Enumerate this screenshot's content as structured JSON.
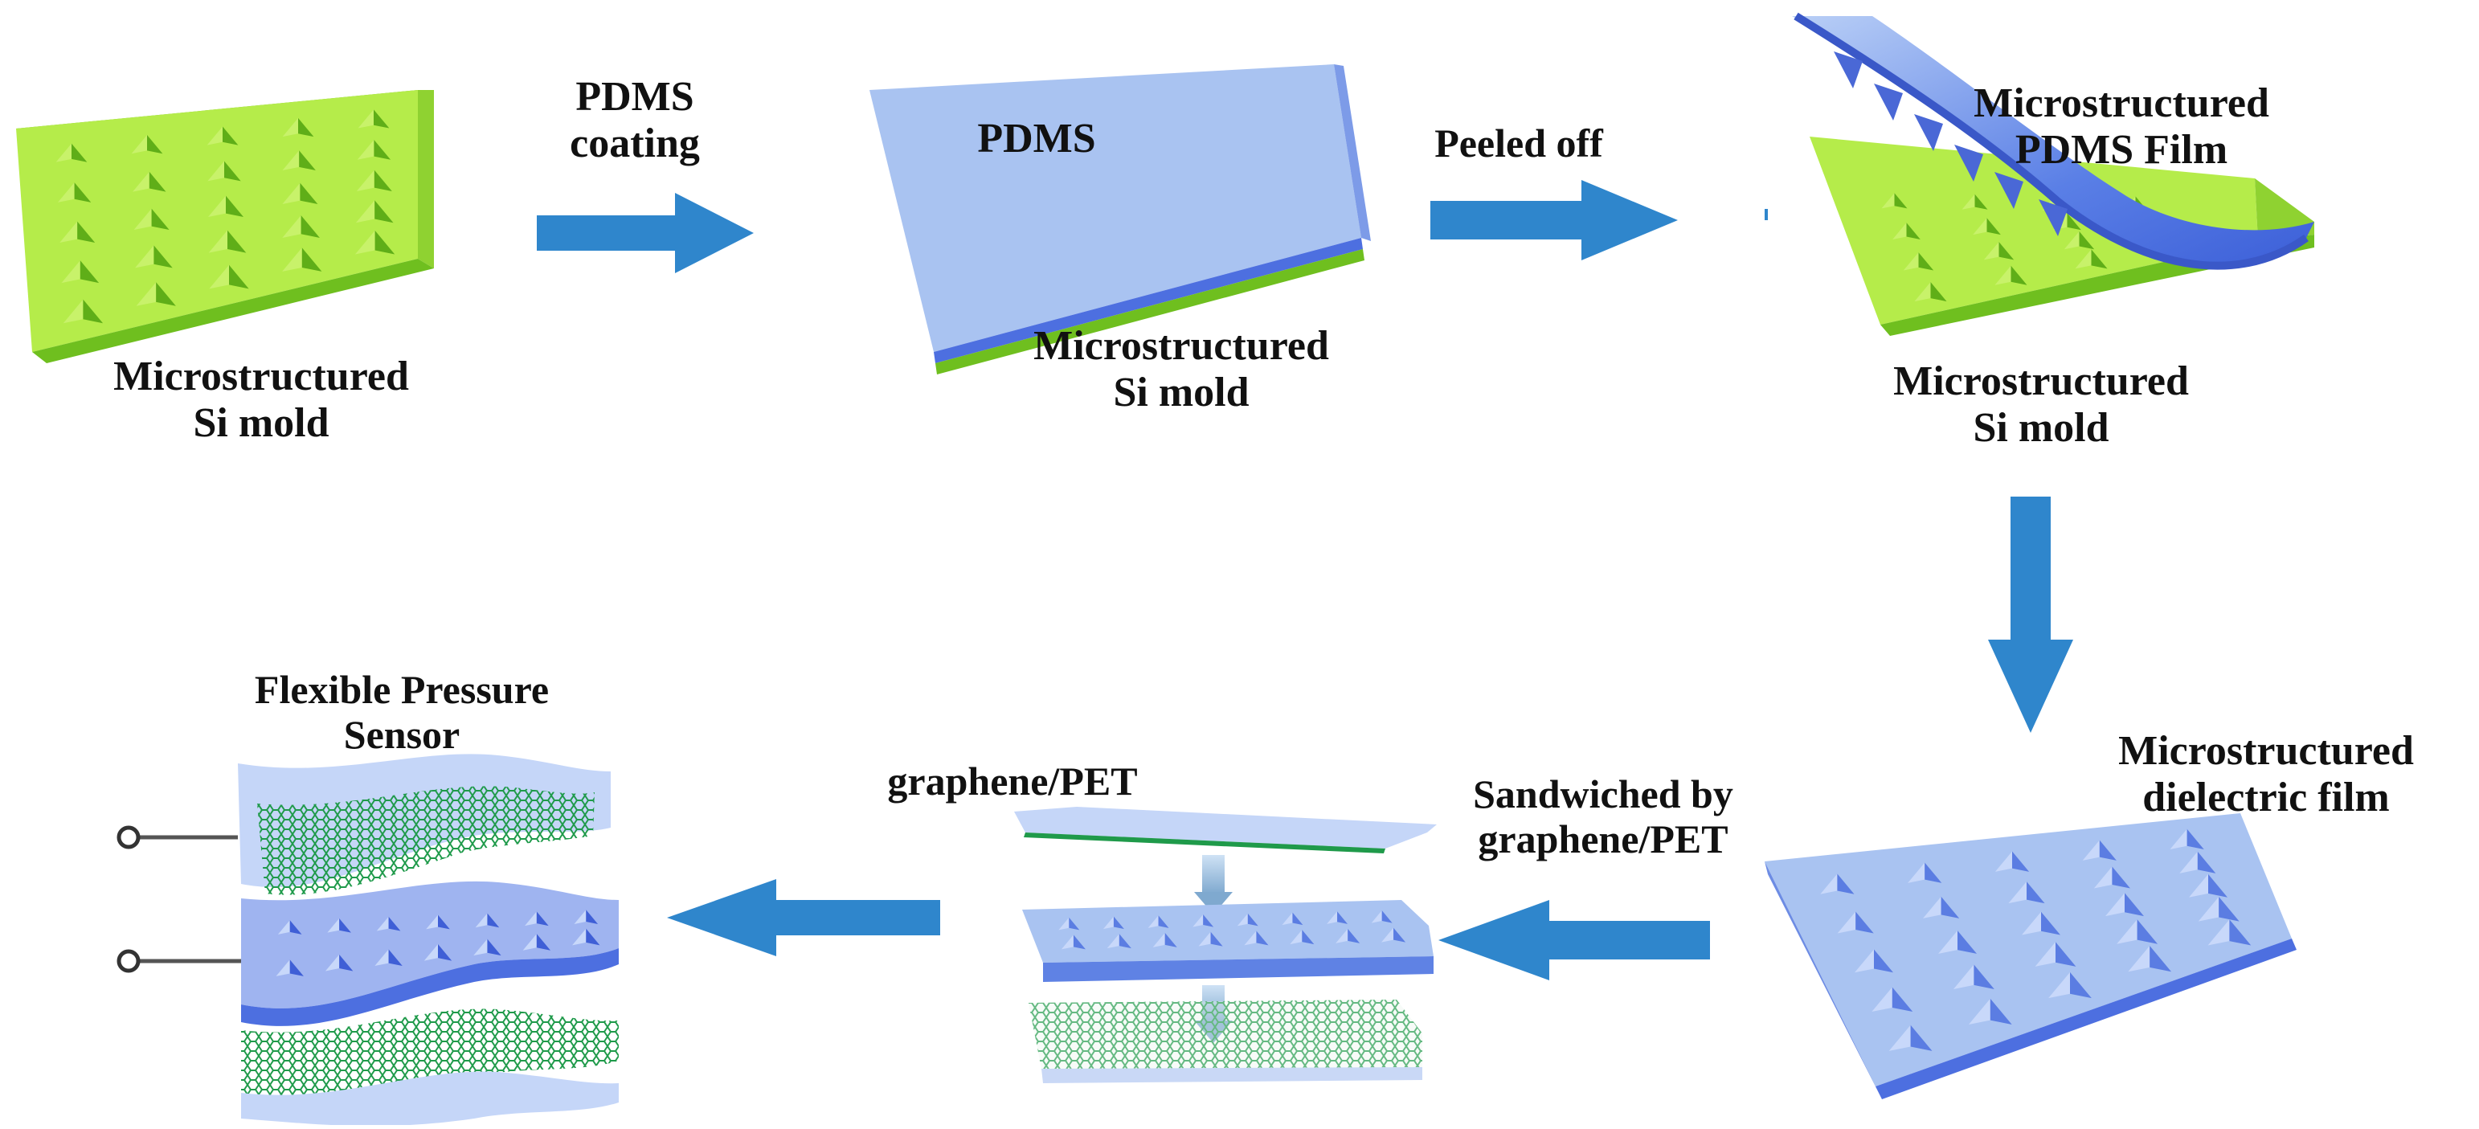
{
  "colors": {
    "si_top": "#b5ec4a",
    "si_side": "#6fbf1f",
    "pdms_top": "#a9c3f1",
    "pdms_side": "#4d6fe0",
    "arrow": "#2f86cc",
    "graphene": "#1f9a4a",
    "text": "#111111"
  },
  "steps": {
    "si_mold": {
      "label_line1": "Microstructured",
      "label_line2": "Si mold"
    },
    "pdms_coated": {
      "layer_label": "PDMS",
      "label_line1": "Microstructured",
      "label_line2": "Si mold"
    },
    "peeled": {
      "film_label_line1": "Microstructured",
      "film_label_line2": "PDMS Film",
      "label_line1": "Microstructured",
      "label_line2": "Si mold"
    },
    "dielectric": {
      "label_line1": "Microstructured",
      "label_line2": "dielectric film"
    },
    "sandwich": {
      "label": "graphene/PET"
    },
    "sensor": {
      "label_line1": "Flexible Pressure",
      "label_line2": "Sensor"
    }
  },
  "arrows": {
    "pdms_coating": {
      "label_line1": "PDMS",
      "label_line2": "coating"
    },
    "peeled_off": {
      "label": "Peeled off"
    },
    "sandwiched": {
      "label_line1": "Sandwiched by",
      "label_line2": "graphene/PET"
    }
  }
}
